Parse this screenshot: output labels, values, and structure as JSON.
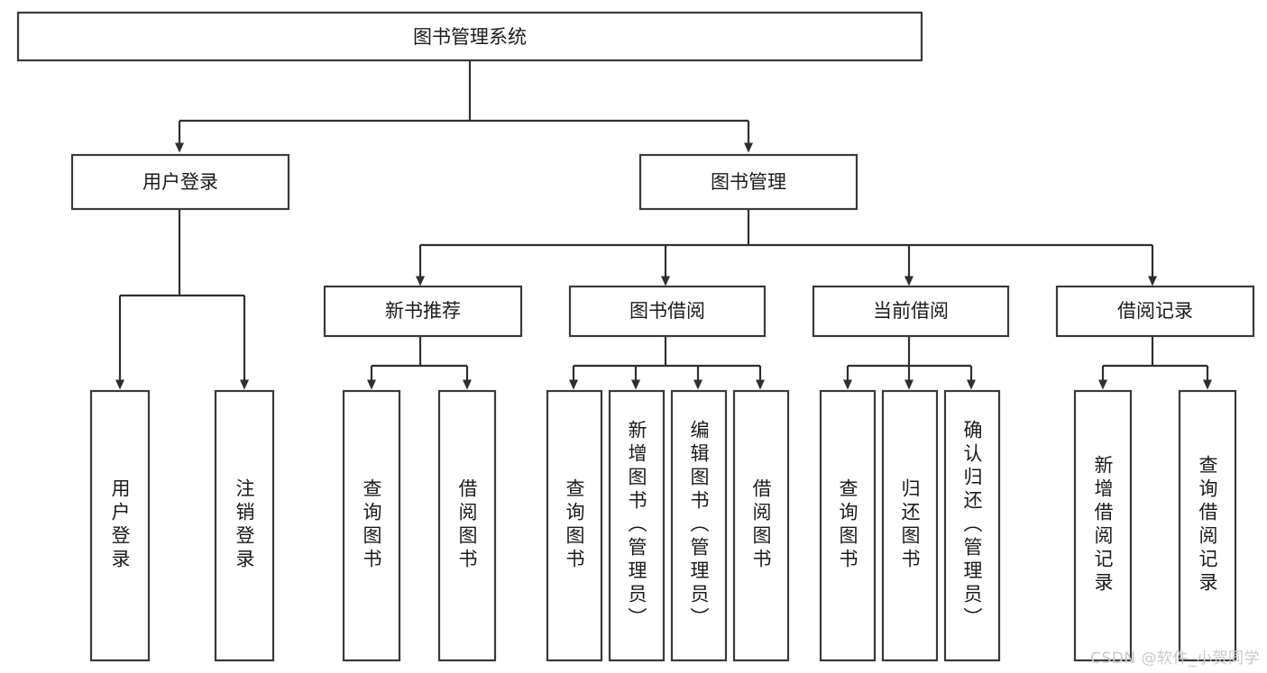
{
  "diagram": {
    "title": "图书管理系统",
    "type": "tree-hierarchy-diagram",
    "watermark": "CSDN @软件_小贺同学",
    "colors": {
      "background": "#ffffff",
      "box_stroke": "#3a3a3a",
      "connector": "#2f2f2f",
      "text": "#1b1b1b",
      "watermark": "#c9c9c9"
    },
    "levels": {
      "root": {
        "label": "图书管理系统",
        "orientation": "horizontal"
      },
      "level2": [
        {
          "label": "用户登录",
          "orientation": "horizontal"
        },
        {
          "label": "图书管理",
          "orientation": "horizontal"
        }
      ],
      "level3": [
        {
          "label": "新书推荐",
          "orientation": "horizontal",
          "parent": "图书管理"
        },
        {
          "label": "图书借阅",
          "orientation": "horizontal",
          "parent": "图书管理"
        },
        {
          "label": "当前借阅",
          "orientation": "horizontal",
          "parent": "图书管理"
        },
        {
          "label": "借阅记录",
          "orientation": "horizontal",
          "parent": "图书管理"
        }
      ],
      "leaves": [
        {
          "label": "用户登录",
          "orientation": "vertical",
          "parent": "用户登录"
        },
        {
          "label": "注销登录",
          "orientation": "vertical",
          "parent": "用户登录"
        },
        {
          "label": "查询图书",
          "orientation": "vertical",
          "parent": "新书推荐"
        },
        {
          "label": "借阅图书",
          "orientation": "vertical",
          "parent": "新书推荐"
        },
        {
          "label": "查询图书",
          "orientation": "vertical",
          "parent": "图书借阅"
        },
        {
          "label": "新增图书（管理员）",
          "orientation": "vertical",
          "parent": "图书借阅"
        },
        {
          "label": "编辑图书（管理员）",
          "orientation": "vertical",
          "parent": "图书借阅"
        },
        {
          "label": "借阅图书",
          "orientation": "vertical",
          "parent": "图书借阅"
        },
        {
          "label": "查询图书",
          "orientation": "vertical",
          "parent": "当前借阅"
        },
        {
          "label": "归还图书",
          "orientation": "vertical",
          "parent": "当前借阅"
        },
        {
          "label": "确认归还（管理员）",
          "orientation": "vertical",
          "parent": "当前借阅"
        },
        {
          "label": "新增借阅记录",
          "orientation": "vertical",
          "parent": "借阅记录"
        },
        {
          "label": "查询借阅记录",
          "orientation": "vertical",
          "parent": "借阅记录"
        }
      ]
    }
  }
}
